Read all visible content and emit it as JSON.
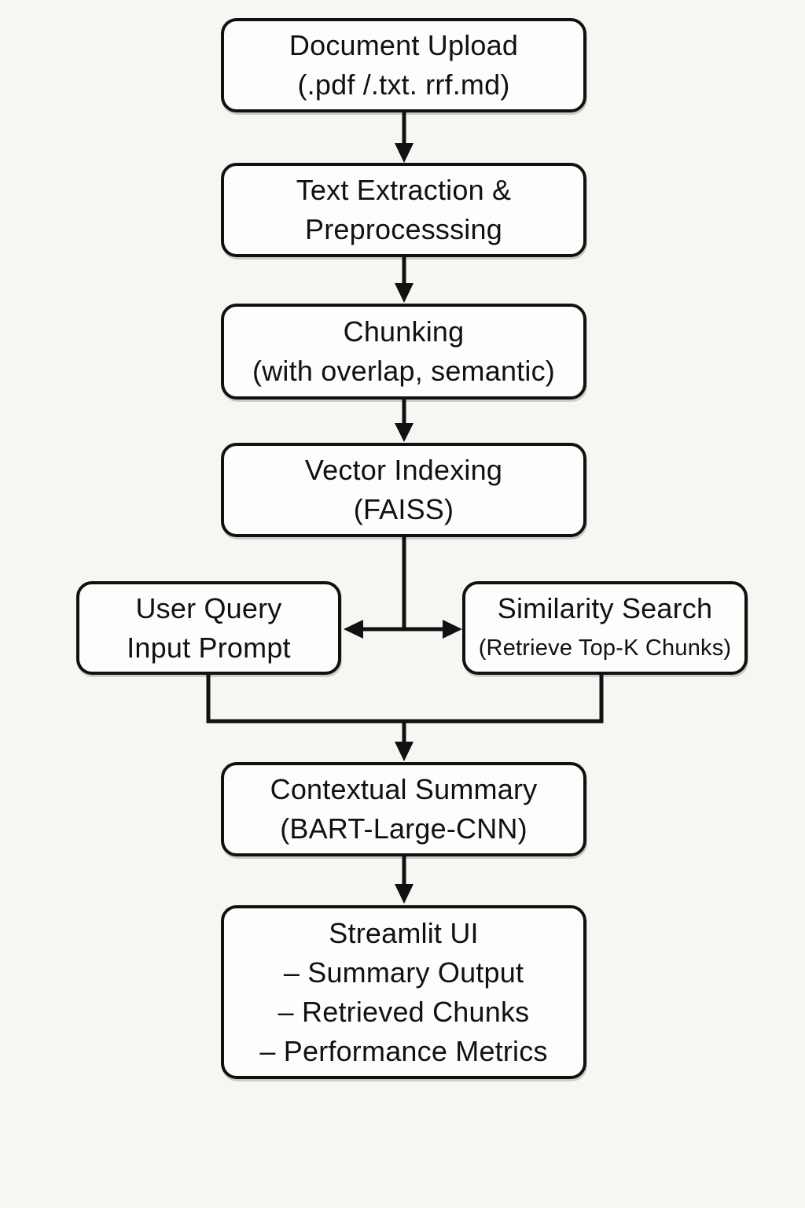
{
  "colors": {
    "background": "#f7f6f3",
    "node_fill": "#fdfdfb",
    "stroke": "#111111",
    "text": "#111111"
  },
  "flowchart": {
    "nodes": [
      {
        "id": "document-upload",
        "lines": [
          "Document Upload",
          "(.pdf /.txt. rrf.md)"
        ]
      },
      {
        "id": "text-extraction",
        "lines": [
          "Text Extraction &",
          "Preprocesssing"
        ]
      },
      {
        "id": "chunking",
        "lines": [
          "Chunking",
          "(with overlap, semantic)"
        ]
      },
      {
        "id": "vector-indexing",
        "lines": [
          "Vector Indexing",
          "(FAISS)"
        ]
      },
      {
        "id": "user-query",
        "lines": [
          "User Query",
          "Input Prompt"
        ]
      },
      {
        "id": "similarity-search",
        "lines": [
          "Similarity Search",
          "(Retrieve Top-K Chunks)"
        ]
      },
      {
        "id": "contextual-summary",
        "lines": [
          "Contextual Summary",
          "(BART-Large-CNN)"
        ]
      },
      {
        "id": "streamlit-ui",
        "lines": [
          "Streamlit UI",
          "– Summary Output",
          "– Retrieved Chunks",
          "– Performance Metrics"
        ]
      }
    ],
    "edges": [
      {
        "from": "document-upload",
        "to": "text-extraction",
        "type": "arrow-down"
      },
      {
        "from": "text-extraction",
        "to": "chunking",
        "type": "arrow-down"
      },
      {
        "from": "chunking",
        "to": "vector-indexing",
        "type": "arrow-down"
      },
      {
        "from": "vector-indexing",
        "to": "user-query",
        "type": "arrow-left"
      },
      {
        "from": "vector-indexing",
        "to": "similarity-search",
        "type": "arrow-right"
      },
      {
        "from": "user-query",
        "to": "contextual-summary",
        "type": "merge-down"
      },
      {
        "from": "similarity-search",
        "to": "contextual-summary",
        "type": "merge-down"
      },
      {
        "from": "contextual-summary",
        "to": "streamlit-ui",
        "type": "arrow-down"
      }
    ]
  }
}
